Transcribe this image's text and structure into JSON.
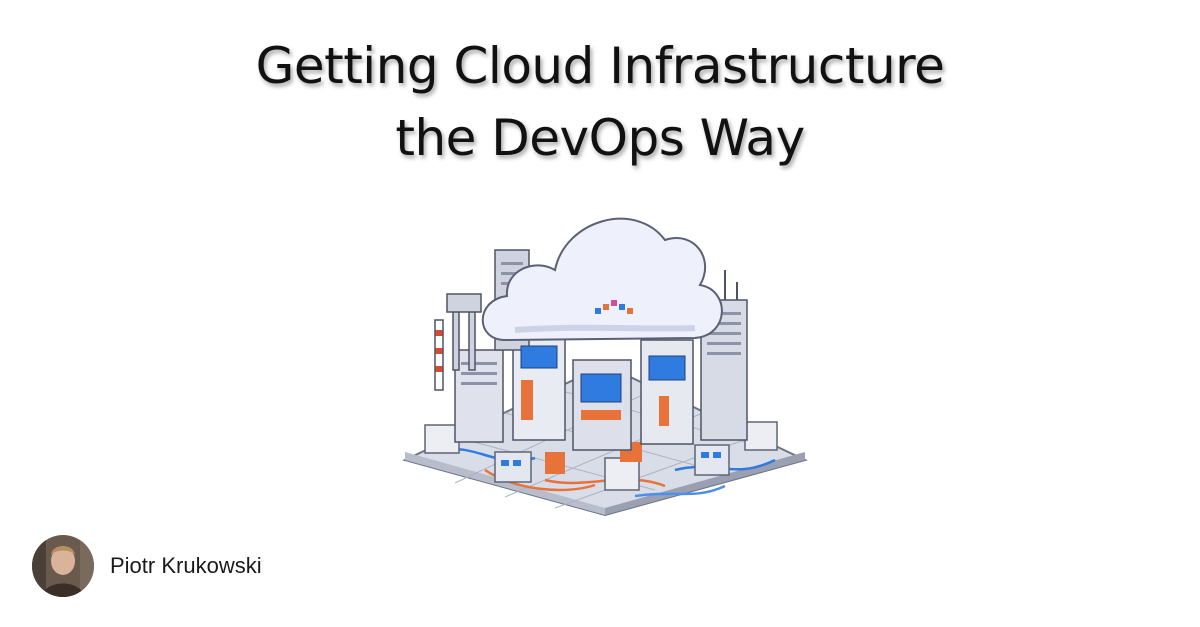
{
  "title": {
    "line1": "Getting Cloud Infrastructure",
    "line2": "the DevOps Way"
  },
  "illustration": {
    "icon": "isometric-cloud-datacenter-illustration"
  },
  "author": {
    "name": "Piotr Krukowski",
    "avatar_icon": "author-avatar"
  },
  "colors": {
    "background": "#ffffff",
    "title": "#111111",
    "cloud": "#eef1fb",
    "accent_orange": "#e8733a",
    "accent_blue": "#2f7be0"
  }
}
